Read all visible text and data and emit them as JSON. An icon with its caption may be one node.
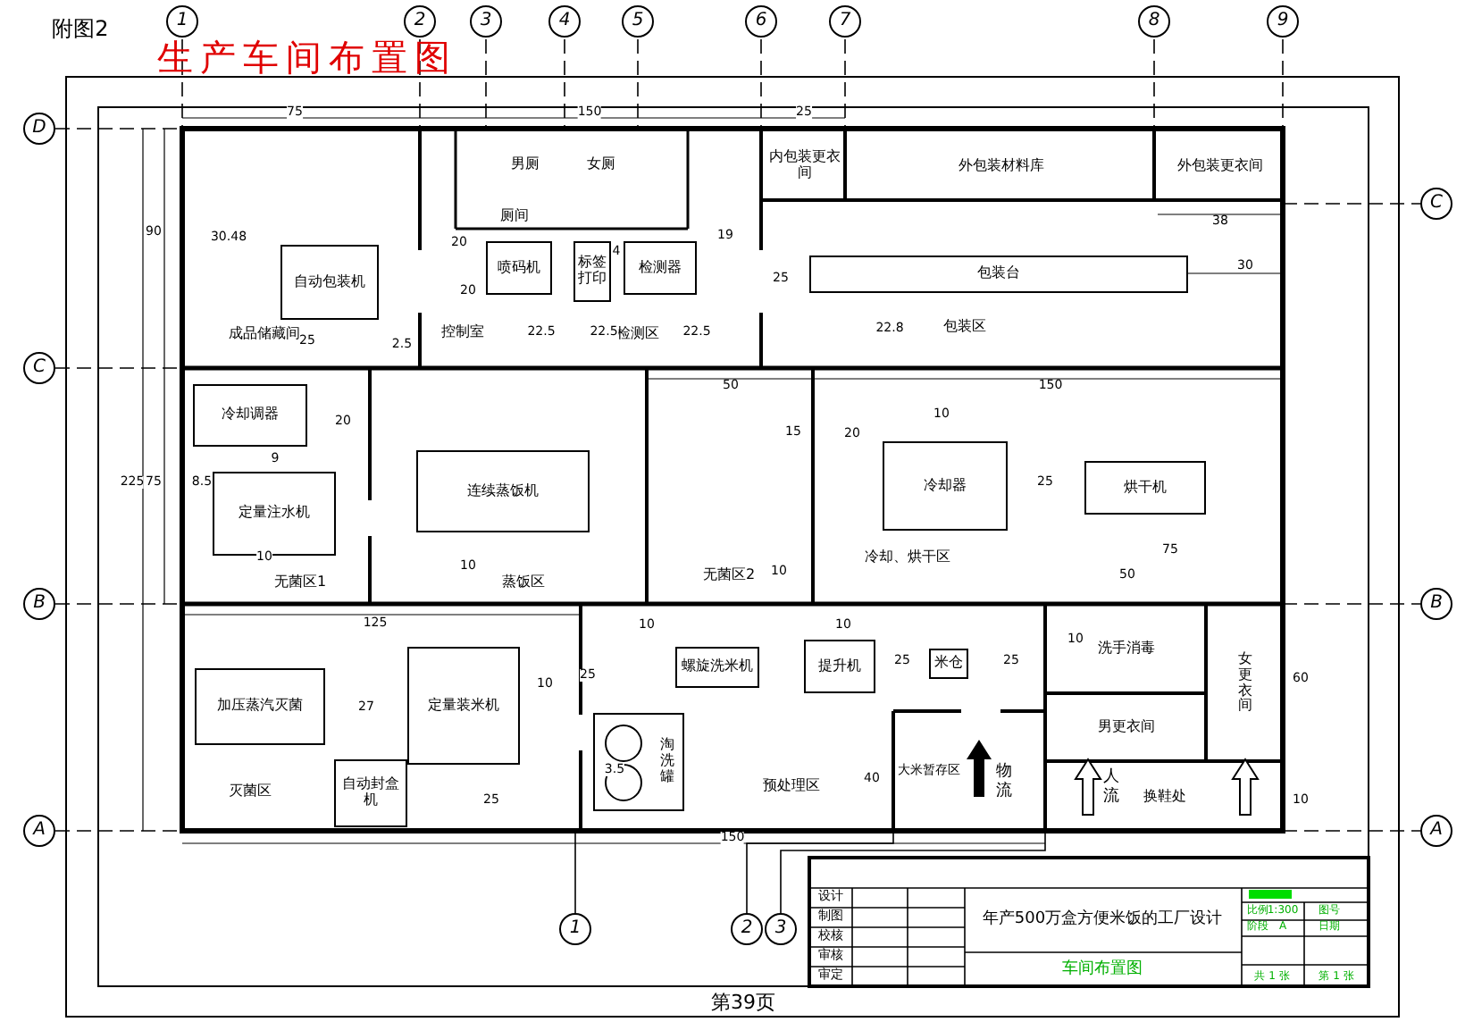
{
  "diagram": {
    "title": "生产车间布置图",
    "nodes": [
      {
        "text": [
          "男厕"
        ]
      },
      {
        "text": [
          "女厕"
        ]
      },
      {
        "text": [
          "控制室"
        ]
      },
      {
        "text": [
          "内包装更衣间"
        ]
      },
      {
        "text": [
          "外包装材料库"
        ]
      },
      {
        "text": [
          "外包装更衣间"
        ]
      },
      {
        "text": [
          "自动包装机"
        ]
      },
      {
        "text": [
          "喷码机"
        ]
      },
      {
        "text": [
          "标签打印"
        ]
      },
      {
        "text": [
          "检测器"
        ]
      },
      {
        "text": [
          "包装台"
        ]
      },
      {
        "text": [
          "冷却调器"
        ]
      },
      {
        "text": [
          "定量注水机"
        ]
      },
      {
        "text": [
          "连续蒸饭机"
        ]
      },
      {
        "text": [
          "冷却器"
        ]
      },
      {
        "text": [
          "烘干机"
        ]
      },
      {
        "text": [
          "加压蒸汽灭菌"
        ]
      },
      {
        "text": [
          "定量装米机"
        ]
      },
      {
        "text": [
          "自动封盒机"
        ]
      },
      {
        "text": [
          "淘洗罐"
        ]
      },
      {
        "text": [
          "螺旋洗米机"
        ]
      },
      {
        "text": [
          "提升机"
        ]
      },
      {
        "text": [
          "米仓"
        ]
      },
      {
        "text": [
          "大米暂存区"
        ]
      },
      {
        "text": [
          "洗手消毒"
        ]
      },
      {
        "text": [
          "男更衣间"
        ]
      },
      {
        "text": [
          "女更衣间"
        ]
      },
      {
        "text": [
          "换鞋处"
        ]
      }
    ],
    "labels": [
      "附图2",
      "1",
      "2",
      "3",
      "4",
      "5",
      "6",
      "7",
      "8",
      "9",
      "D",
      "C",
      "B",
      "A",
      "C",
      "B",
      "A",
      "1",
      "2",
      "3",
      "成品储藏间",
      "厕间",
      "检测区",
      "包装区",
      "无菌区1",
      "蒸饭区",
      "无菌区2",
      "冷却、烘干区",
      "灭菌区",
      "预处理区",
      "物流",
      "人流",
      "75",
      "150",
      "25",
      "38",
      "30",
      "90",
      "30.48",
      "20",
      "4",
      "19",
      "20",
      "22.5",
      "22.5",
      "22.5",
      "25",
      "22.8",
      "25",
      "2.5",
      "50",
      "150",
      "225",
      "75",
      "20",
      "8.5",
      "9",
      "10",
      "15",
      "20",
      "10",
      "25",
      "10",
      "10",
      "50",
      "75",
      "125",
      "10",
      "27",
      "25",
      "10",
      "10",
      "25",
      "25",
      "10",
      "3.5",
      "25",
      "40",
      "60",
      "10",
      "150",
      "设计",
      "制图",
      "校核",
      "审核",
      "审定",
      "年产500万盒方便米饭的工厂设计",
      "车间布置图",
      "比例",
      "1:300",
      "图号",
      "阶段",
      "A",
      "日期",
      "共 1 张",
      "第 1 张",
      "第39页"
    ]
  }
}
